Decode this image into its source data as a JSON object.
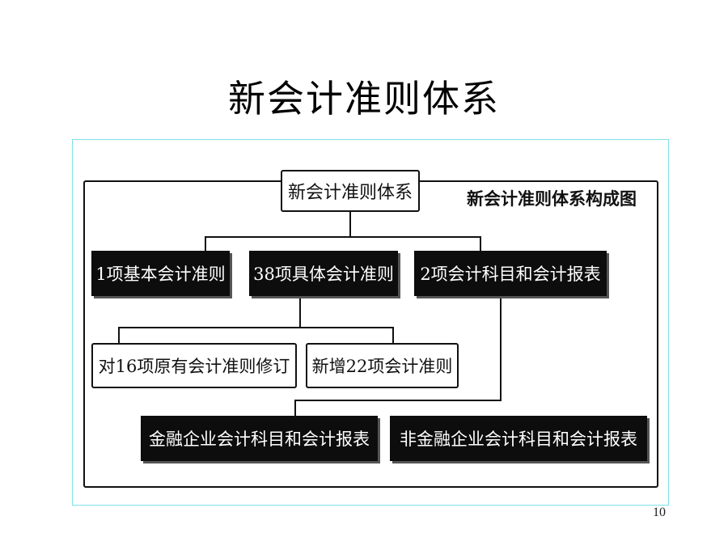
{
  "slide": {
    "title": "新会计准则体系",
    "page_number": "10"
  },
  "diagram": {
    "caption": "新会计准则体系构成图",
    "root": "新会计准则体系",
    "level1": [
      "1项基本会计准则",
      "38项具体会计准则",
      "2项会计科目和会计报表"
    ],
    "specific_children": [
      "对16项原有会计准则修订",
      "新增22项会计准则"
    ],
    "report_children": [
      "金融企业会计科目和会计报表",
      "非金融企业会计科目和会计报表"
    ]
  },
  "colors": {
    "frame_border": "#7fe0ea",
    "dark_box": "#0d0d0d",
    "line": "#111111"
  }
}
